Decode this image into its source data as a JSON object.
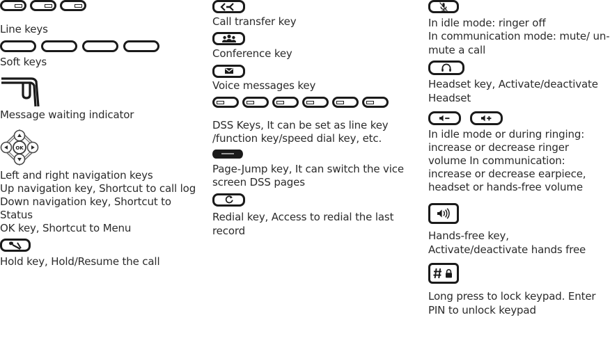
{
  "document": {
    "type": "ip-phone-key-legend",
    "columns": 3
  },
  "left_column": {
    "entries": [
      {
        "icon": "line-key-icon",
        "icon_count": 3,
        "label": "Line keys"
      },
      {
        "icon": "soft-key-icon",
        "icon_count": 4,
        "label": "Soft keys"
      },
      {
        "icon": "message-waiting-indicator-icon",
        "label": "Message waiting indicator"
      },
      {
        "icon": "navigation-dpad-icon",
        "label": "Left and right navigation keys\nUp navigation key, Shortcut to call log\nDown navigation key, Shortcut to Status\nOK key, Shortcut to Menu",
        "label_lines": [
          "Left and right navigation keys",
          "Up navigation key, Shortcut to",
          "call log",
          "Down navigation key, Shortcut to",
          "Status",
          "OK key, Shortcut to Menu"
        ]
      },
      {
        "icon": "hold-key-icon",
        "label": "Hold key, Hold/Resume the call"
      }
    ],
    "dpad_labels": {
      "ok": "OK",
      "up": "up-arrow-icon",
      "down": "down-arrow-icon",
      "left": "left-arrow-icon",
      "right": "right-arrow-icon"
    }
  },
  "middle_column": {
    "entries": [
      {
        "icon": "call-transfer-key-icon",
        "label": "Call transfer key"
      },
      {
        "icon": "conference-key-icon",
        "label": "Conference key"
      },
      {
        "icon": "voice-messages-key-icon",
        "label": "Voice messages key"
      },
      {
        "icon": "dss-key-icon",
        "icon_count": 6,
        "label": "DSS Keys, It can be set as line key /function key/speed dial key, etc.",
        "label_lines": [
          "DSS Keys, It can be set as line key",
          "/function key/speed dial key, etc."
        ]
      },
      {
        "icon": "page-jump-key-icon",
        "label": "Page-Jump key, It can switch the vice screen DSS pages",
        "label_lines": [
          "Page-Jump key, It can switch the",
          "vice screen DSS pages"
        ]
      },
      {
        "icon": "redial-key-icon",
        "label": "Redial key, Access to redial the last record",
        "label_lines": [
          "Redial key, Access to redial the last",
          "record"
        ]
      }
    ]
  },
  "right_column": {
    "entries": [
      {
        "icon": "mute-key-icon",
        "label": "In idle mode: ringer off\nIn communication mode: mute/ un-mute a call",
        "label_lines": [
          "In idle mode: ringer off",
          "In communication mode: mute/",
          "un-mute a call"
        ]
      },
      {
        "icon": "headset-key-icon",
        "label": "Headset key, Activate/deactivate Headset",
        "label_lines": [
          "Headset key, Activate/deactivate",
          "Headset"
        ]
      },
      {
        "icon": "volume-down-key-icon",
        "icon2": "volume-up-key-icon",
        "label": "In idle mode or during ringing: increase or decrease ringer volume In communication: increase or decrease earpiece, headset or hands-free volume",
        "label_lines": [
          "In idle mode or during ringing:",
          "increase or decrease ringer volume",
          "In communication: increase or",
          "decrease",
          "earpiece, headset or hands-free",
          "volume"
        ]
      },
      {
        "icon": "hands-free-key-icon",
        "label": "Hands-free key, Activate/deactivate hands free",
        "label_lines": [
          "Hands-free key, Activate/deactivate",
          "hands free"
        ]
      },
      {
        "icon": "keypad-lock-key-icon",
        "label": "Long press to lock keypad. Enter PIN to unlock keypad",
        "label_lines": [
          "Long press to lock keypad.",
          "Enter PIN to unlock keypad"
        ]
      }
    ],
    "volume_symbols": {
      "down": "−",
      "up": "+"
    },
    "lock_symbols": {
      "hash": "#",
      "lock": "padlock-icon"
    }
  },
  "colors": {
    "ink": "#231f20",
    "text": "#2b2b2b",
    "key_border": "#1a1a1a",
    "page_jump_fill": "#1a1a1a",
    "background": "#ffffff"
  }
}
